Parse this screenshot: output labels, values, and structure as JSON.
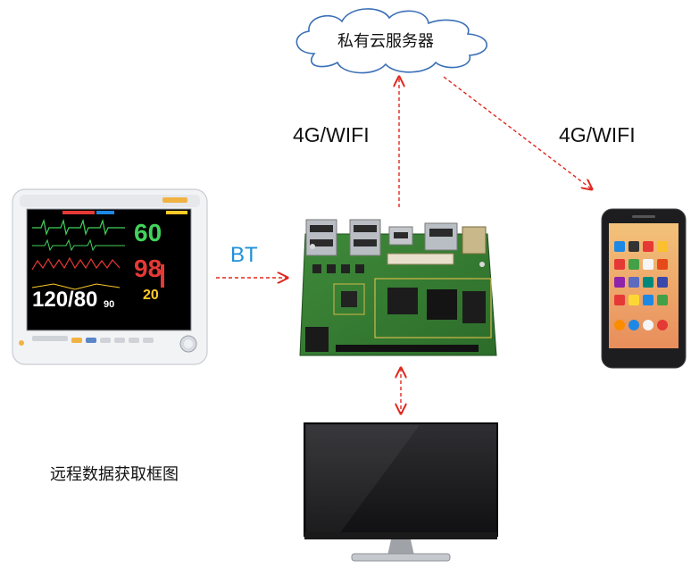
{
  "cloud": {
    "label": "私有云服务器"
  },
  "links": {
    "cloud_to_board": "4G/WIFI",
    "cloud_to_phone": "4G/WIFI",
    "monitor_to_board": "BT"
  },
  "monitor": {
    "hr": "60",
    "spo2": "98",
    "bp": "120/80",
    "bp_mean": "90",
    "resp": "20"
  },
  "caption": "远程数据获取框图",
  "colors": {
    "arrow": "#e0281f",
    "bt_label": "#1e90d8",
    "cloud_stroke": "#3a6fb6"
  }
}
